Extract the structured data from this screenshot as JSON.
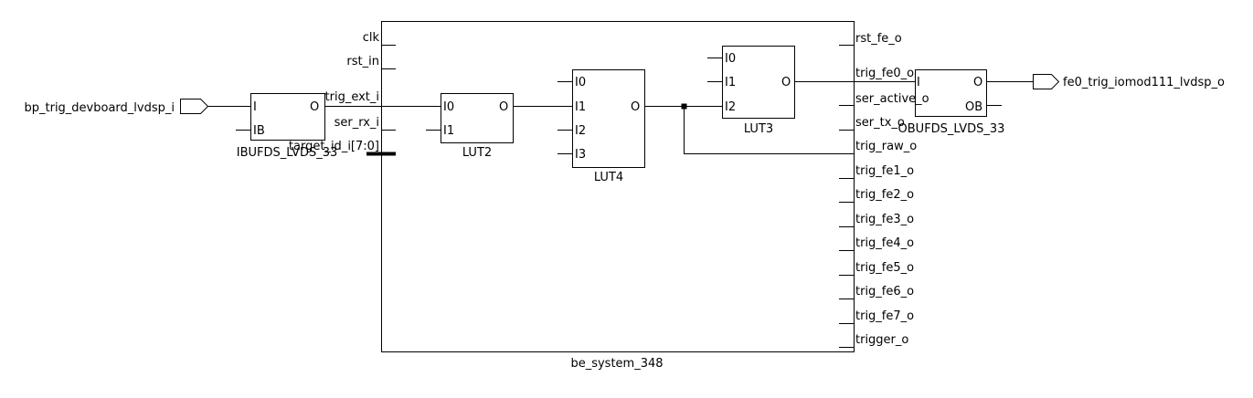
{
  "colors": {
    "background": "#ffffff",
    "line": "#000000"
  },
  "ports": {
    "input": "bp_trig_devboard_lvdsp_i",
    "output": "fe0_trig_iomod111_lvdsp_o"
  },
  "cells": {
    "ibufds": {
      "name": "IBUFDS_LVDS_33",
      "pin_i": "I",
      "pin_ib": "IB",
      "pin_o": "O"
    },
    "obufds": {
      "name": "OBUFDS_LVDS_33",
      "pin_i": "I",
      "pin_o": "O",
      "pin_ob": "OB"
    },
    "lut2": {
      "name": "LUT2",
      "pin_i0": "I0",
      "pin_i1": "I1",
      "pin_o": "O"
    },
    "lut4": {
      "name": "LUT4",
      "pin_i0": "I0",
      "pin_i1": "I1",
      "pin_i2": "I2",
      "pin_i3": "I3",
      "pin_o": "O"
    },
    "lut3": {
      "name": "LUT3",
      "pin_i0": "I0",
      "pin_i1": "I1",
      "pin_i2": "I2",
      "pin_o": "O"
    }
  },
  "system": {
    "name": "be_system_348",
    "inputs": [
      "clk",
      "rst_in",
      "trig_ext_i",
      "ser_rx_i",
      "target_id_i[7:0]"
    ],
    "outputs": [
      "rst_fe_o",
      "trig_fe0_o",
      "ser_active_o",
      "ser_tx_o",
      "trig_raw_o",
      "trig_fe1_o",
      "trig_fe2_o",
      "trig_fe3_o",
      "trig_fe4_o",
      "trig_fe5_o",
      "trig_fe6_o",
      "trig_fe7_o",
      "trigger_o"
    ]
  }
}
